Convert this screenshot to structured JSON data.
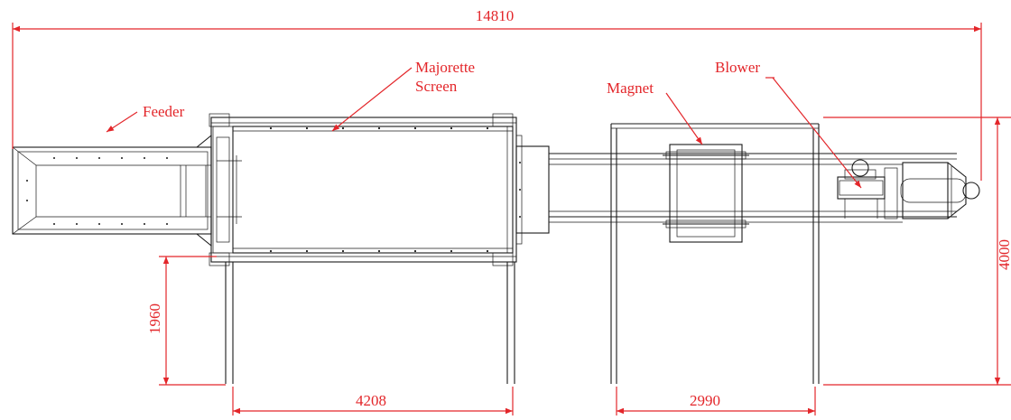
{
  "dimensions": {
    "overall_length": "14810",
    "overall_height": "4000",
    "support_height": "1960",
    "screen_leg_span": "4208",
    "magnet_frame_span": "2990"
  },
  "labels": {
    "feeder": "Feeder",
    "screen_line1": "Majorette",
    "screen_line2": "Screen",
    "magnet": "Magnet",
    "blower": "Blower"
  },
  "colors": {
    "dimension": "#e3262a",
    "drawing": "#1a1a1a",
    "background": "#ffffff"
  }
}
